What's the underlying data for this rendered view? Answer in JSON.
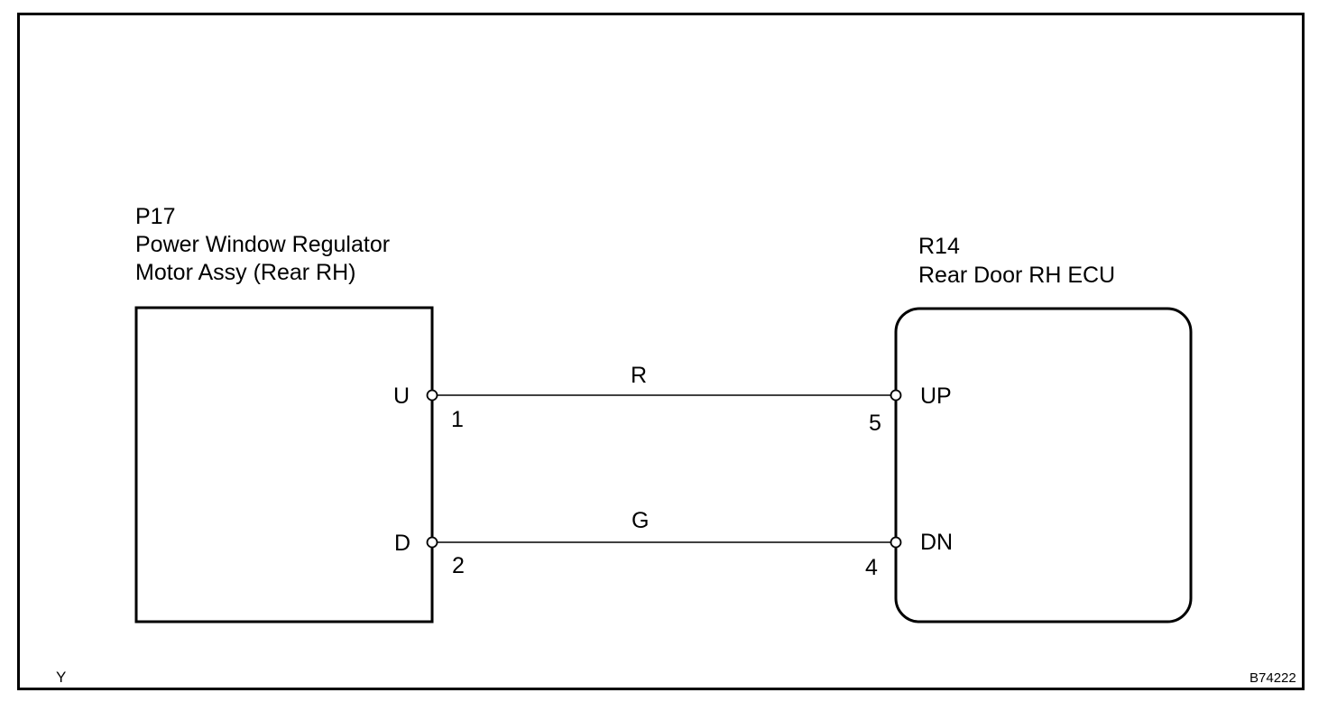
{
  "components": {
    "motor": {
      "code": "P17",
      "name_line1": "Power Window Regulator",
      "name_line2": "Motor Assy (Rear RH)",
      "terminals": [
        {
          "name": "U",
          "pin": "1"
        },
        {
          "name": "D",
          "pin": "2"
        }
      ]
    },
    "ecu": {
      "code": "R14",
      "name": "Rear Door RH ECU",
      "terminals": [
        {
          "name": "UP",
          "pin": "5"
        },
        {
          "name": "DN",
          "pin": "4"
        }
      ]
    }
  },
  "wires": [
    {
      "color_code": "R",
      "from": "U",
      "to": "UP"
    },
    {
      "color_code": "G",
      "from": "D",
      "to": "DN"
    }
  ],
  "footer": {
    "left_mark": "Y",
    "figure_id": "B74222"
  }
}
